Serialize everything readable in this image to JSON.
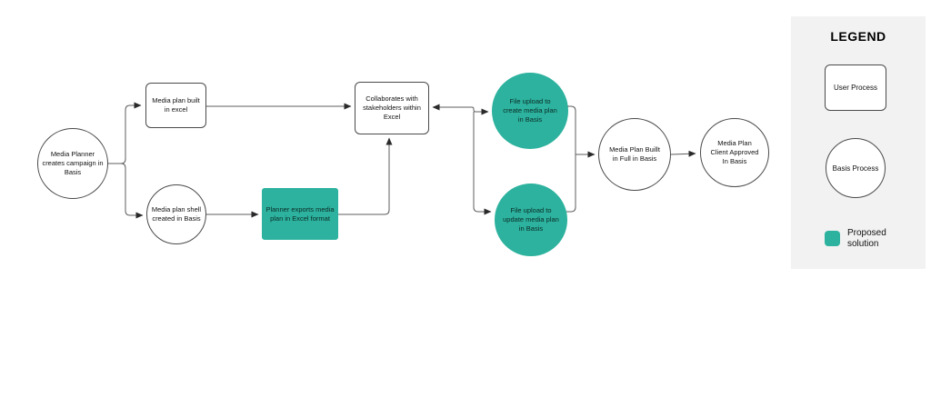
{
  "diagram": {
    "type": "flowchart",
    "colors": {
      "proposed_solution_teal": "#2CB29E",
      "legend_panel_bg": "#F2F2F2",
      "connector_line": "#555555",
      "node_border": "#4A4A4A"
    },
    "nodes": {
      "media_planner": {
        "label": "Media Planner creates campaign in Basis",
        "shape": "circle",
        "style": "basis-process"
      },
      "built_excel": {
        "label": "Media plan built in excel",
        "shape": "rect",
        "style": "user-process"
      },
      "shell_created": {
        "label": "Media plan shell created in Basis",
        "shape": "circle",
        "style": "basis-process"
      },
      "planner_exports": {
        "label": "Planner exports media plan in Excel format",
        "shape": "rect",
        "style": "proposed-solution"
      },
      "collaborates": {
        "label": "Collaborates with stakeholders within Excel",
        "shape": "rect",
        "style": "user-process"
      },
      "upload_create": {
        "label": "File upload to create media plan in Basis",
        "shape": "circle",
        "style": "proposed-solution"
      },
      "upload_update": {
        "label": "File upload to update media plan in Basis",
        "shape": "circle",
        "style": "proposed-solution"
      },
      "built_full": {
        "label": "Media Plan Buillt in Full in Basis",
        "shape": "circle",
        "style": "basis-process"
      },
      "client_approved": {
        "label": "Media Plan Client Approved In Basis",
        "shape": "circle",
        "style": "basis-process"
      }
    },
    "edges": [
      {
        "from": "media_planner",
        "to": "built_excel"
      },
      {
        "from": "media_planner",
        "to": "shell_created"
      },
      {
        "from": "built_excel",
        "to": "collaborates"
      },
      {
        "from": "shell_created",
        "to": "planner_exports"
      },
      {
        "from": "planner_exports",
        "to": "collaborates"
      },
      {
        "from": "upload_create",
        "to": "collaborates"
      },
      {
        "from": "collaborates",
        "to": "upload_create"
      },
      {
        "from": "collaborates",
        "to": "upload_update"
      },
      {
        "from": "upload_create",
        "to": "built_full"
      },
      {
        "from": "upload_update",
        "to": "built_full"
      },
      {
        "from": "built_full",
        "to": "client_approved"
      }
    ]
  },
  "legend": {
    "title": "LEGEND",
    "user_process_label": "User Process",
    "basis_process_label": "Basis Process",
    "proposed_solution_label": "Proposed solution"
  }
}
